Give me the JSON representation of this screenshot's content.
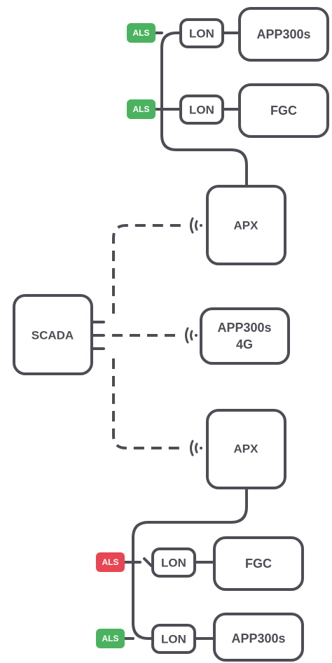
{
  "colors": {
    "line": "#4d4e55",
    "ok": "#4bb35f",
    "alarm": "#e84652"
  },
  "nodes": {
    "scada": "SCADA",
    "apx_top": "APX",
    "app4g_line1": "APP300s",
    "app4g_line2": "4G",
    "apx_bottom": "APX",
    "top_app300s": "APP300s",
    "top_fgc": "FGC",
    "bottom_fgc": "FGC",
    "bottom_app300s": "APP300s",
    "lon": "LON"
  },
  "badges": [
    {
      "text": "ALS",
      "status": "ok"
    },
    {
      "text": "ALS",
      "status": "ok"
    },
    {
      "text": "ALS",
      "status": "alarm"
    },
    {
      "text": "ALS",
      "status": "ok"
    }
  ]
}
